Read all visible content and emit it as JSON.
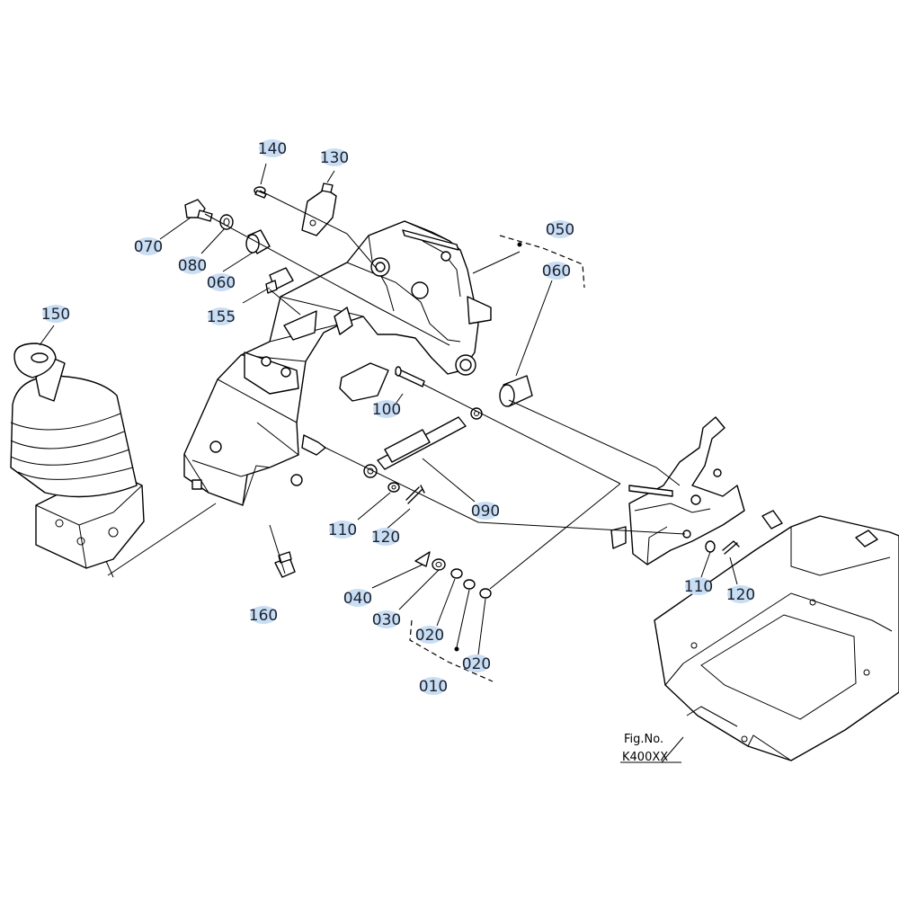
{
  "diagram": {
    "background": "#ffffff",
    "callout_color": "#c9ddf3",
    "callouts": [
      {
        "id": "c140",
        "label": "140"
      },
      {
        "id": "c130",
        "label": "130"
      },
      {
        "id": "c070",
        "label": "070"
      },
      {
        "id": "c080",
        "label": "080"
      },
      {
        "id": "c060a",
        "label": "060"
      },
      {
        "id": "c155",
        "label": "155"
      },
      {
        "id": "c150",
        "label": "150"
      },
      {
        "id": "c050",
        "label": "050"
      },
      {
        "id": "c060b",
        "label": "060"
      },
      {
        "id": "c100",
        "label": "100"
      },
      {
        "id": "c090",
        "label": "090"
      },
      {
        "id": "c110a",
        "label": "110"
      },
      {
        "id": "c120a",
        "label": "120"
      },
      {
        "id": "c040",
        "label": "040"
      },
      {
        "id": "c030",
        "label": "030"
      },
      {
        "id": "c020a",
        "label": "020"
      },
      {
        "id": "c020b",
        "label": "020"
      },
      {
        "id": "c010",
        "label": "010"
      },
      {
        "id": "c160",
        "label": "160"
      },
      {
        "id": "c110b",
        "label": "110"
      },
      {
        "id": "c120b",
        "label": "120"
      }
    ],
    "figure_ref": {
      "line1": "Fig.No.",
      "line2": "K400XX"
    }
  }
}
